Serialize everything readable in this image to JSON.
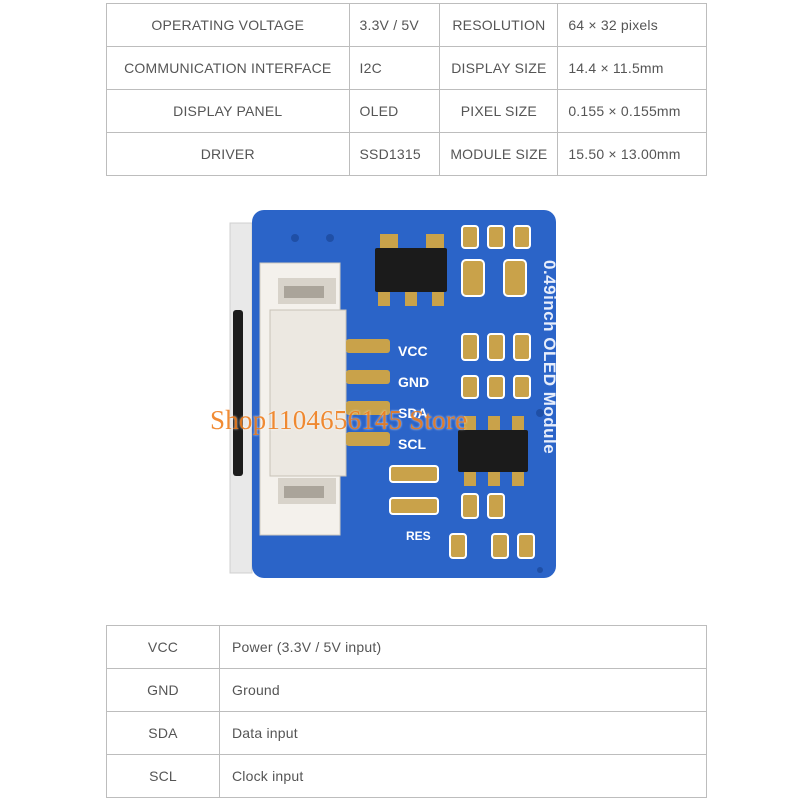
{
  "specs": {
    "rows": [
      {
        "label1": "OPERATING VOLTAGE",
        "value1": "3.3V / 5V",
        "label2": "RESOLUTION",
        "value2": "64 × 32 pixels"
      },
      {
        "label1": "COMMUNICATION INTERFACE",
        "value1": "I2C",
        "label2": "DISPLAY SIZE",
        "value2": "14.4 × 11.5mm"
      },
      {
        "label1": "DISPLAY PANEL",
        "value1": "OLED",
        "label2": "PIXEL SIZE",
        "value2": "0.155 × 0.155mm"
      },
      {
        "label1": "DRIVER",
        "value1": "SSD1315",
        "label2": "MODULE SIZE",
        "value2": "15.50 × 13.00mm"
      }
    ]
  },
  "board": {
    "pins": [
      "VCC",
      "GND",
      "SDA",
      "SCL"
    ],
    "silkscreen_title": "0.49inch OLED Module",
    "reset_label": "RES",
    "colors": {
      "pcb": "#2b64c8",
      "connector": "#f4f1ec",
      "gold": "#c9a24a"
    }
  },
  "watermark": "Shop1104656145 Store",
  "pinout": {
    "rows": [
      {
        "pin": "VCC",
        "desc": "Power (3.3V / 5V input)"
      },
      {
        "pin": "GND",
        "desc": "Ground"
      },
      {
        "pin": "SDA",
        "desc": "Data input"
      },
      {
        "pin": "SCL",
        "desc": "Clock input"
      }
    ]
  }
}
